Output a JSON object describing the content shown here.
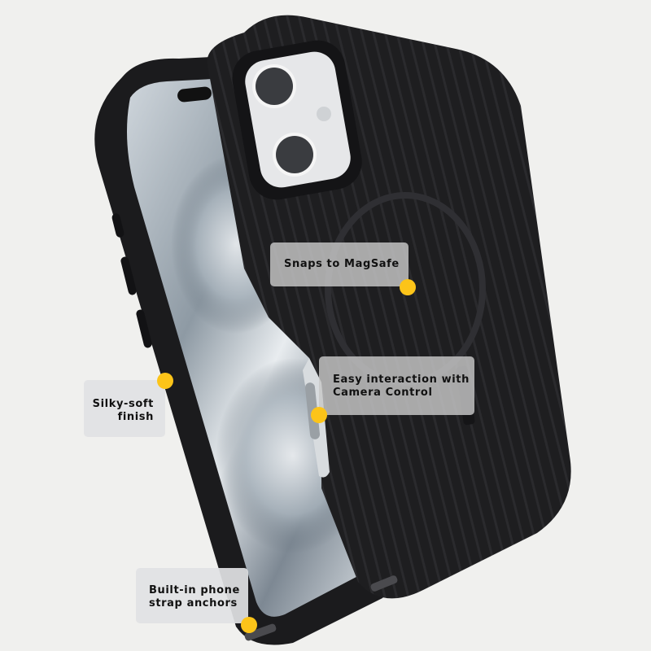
{
  "scene": {
    "description": "Black textured phone case shown with front bumper and back panel, feature callouts",
    "background_color": "#f0f0ee",
    "case_color": "#1c1c1e",
    "accent_dot_color": "#fcc419"
  },
  "callouts": [
    {
      "id": "magsafe",
      "text": "Snaps to MagSafe"
    },
    {
      "id": "camera-control",
      "line1": "Easy interaction with",
      "line2": "Camera Control"
    },
    {
      "id": "silky",
      "line1": "Silky-soft",
      "line2": "finish"
    },
    {
      "id": "strap",
      "line1": "Built-in phone",
      "line2": "strap anchors"
    }
  ]
}
